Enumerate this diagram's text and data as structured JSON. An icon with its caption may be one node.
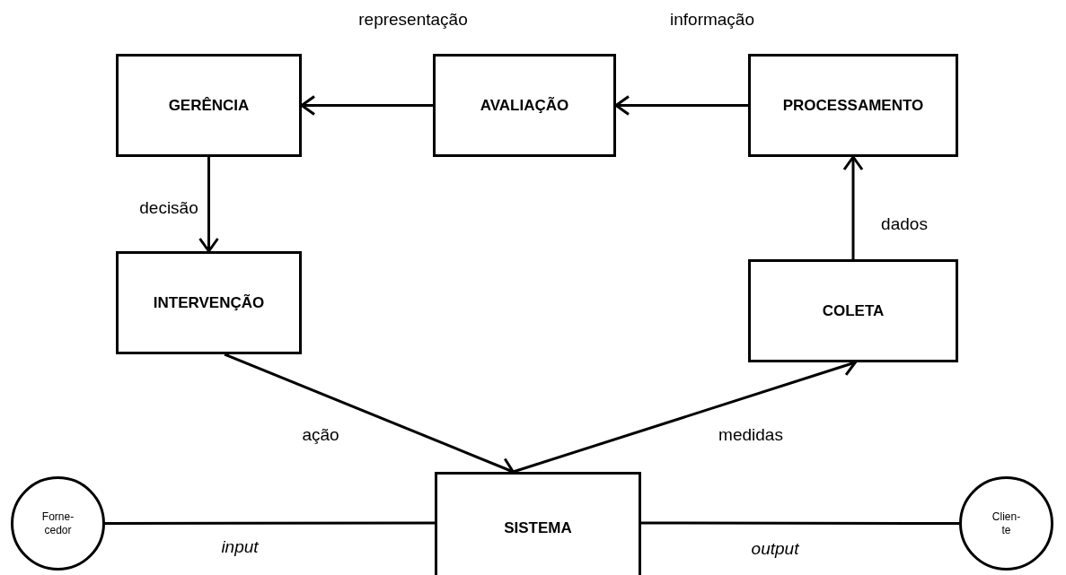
{
  "diagram": {
    "nodes": [
      {
        "text": [
          "GERÊNCIA"
        ]
      },
      {
        "text": [
          "AVALIAÇÃO"
        ]
      },
      {
        "text": [
          "PROCESSAMENTO"
        ]
      },
      {
        "text": [
          "INTERVENÇÃO"
        ]
      },
      {
        "text": [
          "COLETA"
        ]
      },
      {
        "text": [
          "Forne- cedor"
        ]
      },
      {
        "text": [
          "SISTEMA"
        ]
      },
      {
        "text": [
          "Clien- te"
        ]
      }
    ],
    "edges": [
      {
        "from": 1,
        "to": 0,
        "arrow": "to",
        "label": "representação"
      },
      {
        "from": 2,
        "to": 1,
        "arrow": "to",
        "label": "informação"
      },
      {
        "from": 0,
        "to": 3,
        "arrow": "to",
        "label": "decisão"
      },
      {
        "from": 4,
        "to": 2,
        "arrow": "to",
        "label": "dados"
      },
      {
        "from": 3,
        "to": 6,
        "arrow": "to",
        "label": "ação"
      },
      {
        "from": 6,
        "to": 4,
        "arrow": "to",
        "label": "medidas"
      },
      {
        "from": 5,
        "to": 6,
        "arrow": "none",
        "label": "input"
      },
      {
        "from": 6,
        "to": 7,
        "arrow": "none",
        "label": "output"
      }
    ]
  }
}
